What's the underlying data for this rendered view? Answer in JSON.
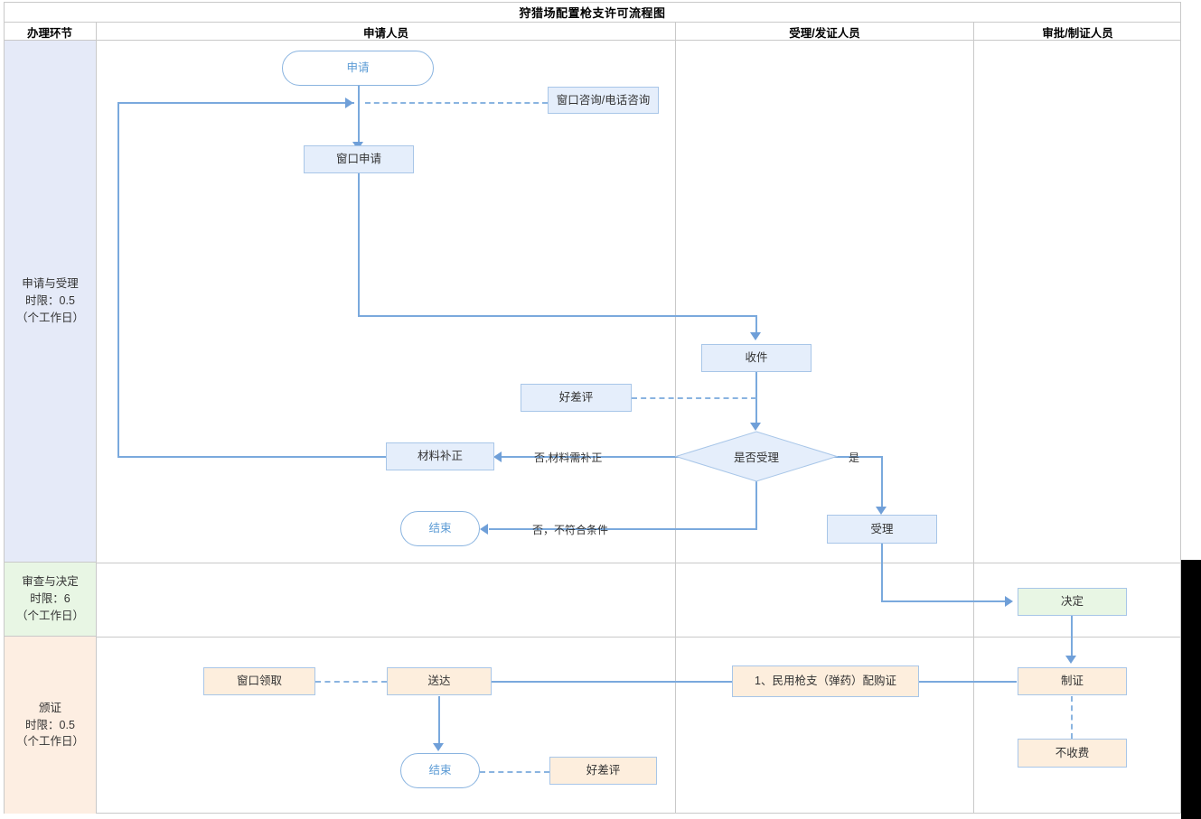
{
  "title": "狩猎场配置枪支许可流程图",
  "header": {
    "columns": [
      {
        "label": "办理环节"
      },
      {
        "label": "申请人员"
      },
      {
        "label": "受理/发证人员"
      },
      {
        "label": "审批/制证人员"
      }
    ]
  },
  "stages": [
    {
      "name": "申请与受理",
      "limit": "时限：0.5",
      "unit": "（个工作日）",
      "color": "#e5eaf8"
    },
    {
      "name": "审查与决定",
      "limit": "时限：6",
      "unit": "（个工作日）",
      "color": "#e8f6e4"
    },
    {
      "name": "颁证",
      "limit": "时限：0.5",
      "unit": "（个工作日）",
      "color": "#fdeee2"
    }
  ],
  "nodes": {
    "apply": "申请",
    "consult": "窗口咨询/电话咨询",
    "window_apply": "窗口申请",
    "receive": "收件",
    "review_feedback_1": "好差评",
    "decide_accept": "是否受理",
    "material_fix": "材料补正",
    "end_1": "结束",
    "accept": "受理",
    "decision": "决定",
    "make_cert": "制证",
    "no_fee": "不收费",
    "cert_item": "1、民用枪支（弹药）配购证",
    "deliver": "送达",
    "window_pickup": "窗口领取",
    "end_2": "结束",
    "review_feedback_2": "好差评"
  },
  "edge_labels": {
    "no_need_fix": "否,材料需补正",
    "yes": "是",
    "no_not_qualified": "否，不符合条件"
  },
  "colors": {
    "line": "#7aa9dd",
    "node_blue_fill": "#e5eefb",
    "node_green_fill": "#e8f6e4",
    "node_peach_fill": "#fdeedd",
    "node_border": "#a8c6e8",
    "terminal_text": "#5b9bd5",
    "grid": "#c9c9c9"
  }
}
